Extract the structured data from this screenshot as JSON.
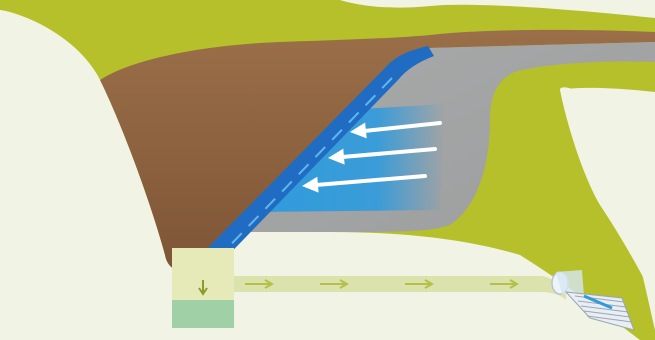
{
  "diagram": {
    "colors": {
      "background": "#f1f4e4",
      "grass": "#b6c02a",
      "soil": "#8d6544",
      "road": "#a3a5a6",
      "water": "#2f9bdd",
      "water_dark": "#1f6cc2",
      "drain_box": "#e6eab8",
      "drain_soak": "#9fd0a6",
      "pipe": "#d9e0a8",
      "outlet_pipe": "#d6e6f2",
      "arrow": "#ffffff"
    },
    "icons": [
      "runoff-flow-arrow",
      "drain-flow-arrow",
      "downward-drain-arrow",
      "outlet-pipe-icon",
      "riprap-pad-icon"
    ],
    "runoff_arrow_count": 3,
    "pipe_arrow_count": 4
  }
}
